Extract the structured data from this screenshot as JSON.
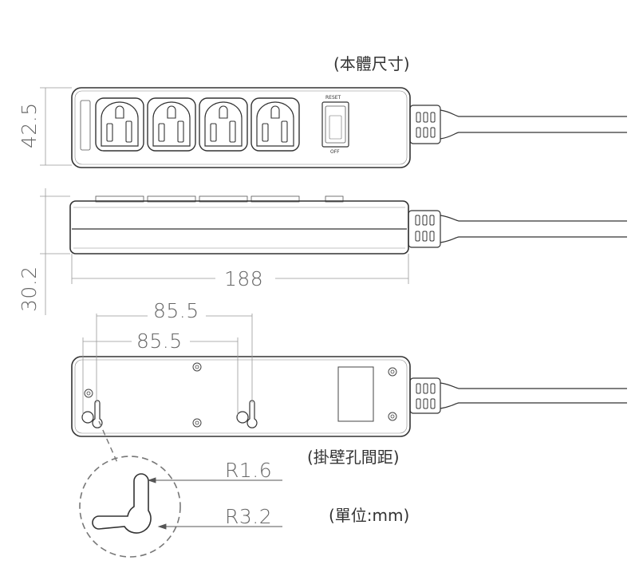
{
  "notes": {
    "body_size": "(本體尺寸)",
    "hole_spacing": "(掛壁孔間距)",
    "unit": "(單位:mm)"
  },
  "dimensions": {
    "height_top": "42.5",
    "height_side": "30.2",
    "length": "188",
    "hole_outer": "85.5",
    "hole_inner": "85.5",
    "radius_small": "R1.6",
    "radius_large": "R3.2"
  },
  "switch": {
    "top_text": "RESET",
    "bottom_text": "OFF"
  },
  "colors": {
    "outline": "#3a3a3a",
    "dim_line": "#9a9a9a",
    "dashed": "#777777"
  },
  "outlet_count": 4
}
